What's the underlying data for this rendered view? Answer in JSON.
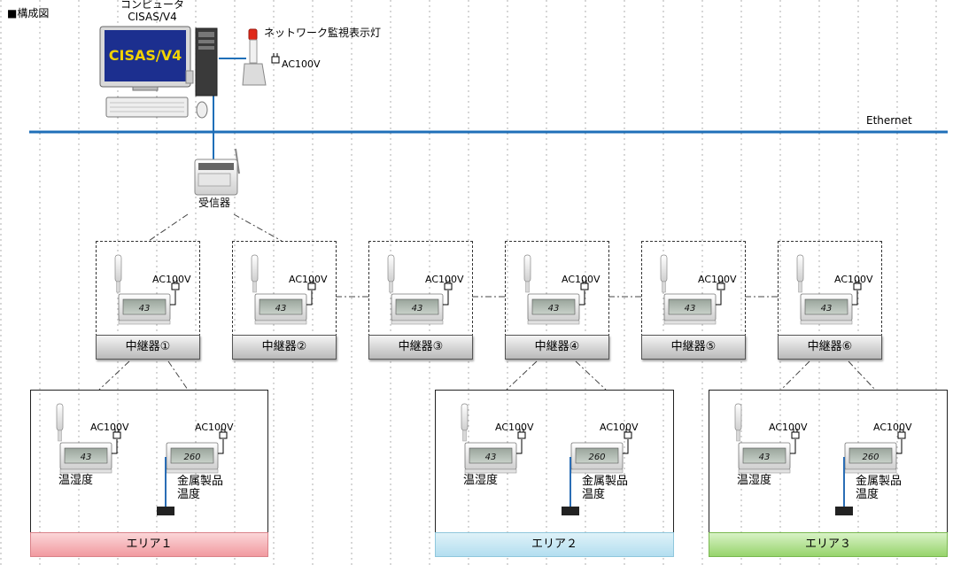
{
  "header": {
    "title": "■構成図"
  },
  "computer": {
    "label_line1": "コンピュータ",
    "label_line2": "CISAS/V4",
    "screen_text": "CISAS/V4",
    "screen_bg": "#1c2f8f",
    "screen_text_color": "#f2d200"
  },
  "lamp": {
    "label": "ネットワーク監視表示灯",
    "power": "AC100V"
  },
  "network": {
    "label": "Ethernet",
    "color": "#1f6fb8"
  },
  "receiver": {
    "label": "受信器"
  },
  "relays": [
    {
      "label": "中継器①",
      "power": "AC100V",
      "reading": "43"
    },
    {
      "label": "中継器②",
      "power": "AC100V",
      "reading": "43"
    },
    {
      "label": "中継器③",
      "power": "AC100V",
      "reading": "43"
    },
    {
      "label": "中継器④",
      "power": "AC100V",
      "reading": "43"
    },
    {
      "label": "中継器⑤",
      "power": "AC100V",
      "reading": "43"
    },
    {
      "label": "中継器⑥",
      "power": "AC100V",
      "reading": "43"
    }
  ],
  "areas": [
    {
      "label": "エリア１",
      "color": "#f19aa0",
      "sensor_humidity": {
        "label": "温湿度",
        "power": "AC100V",
        "reading": "43"
      },
      "sensor_metal": {
        "label_line1": "金属製品",
        "label_line2": "温度",
        "power": "AC100V",
        "reading": "260"
      }
    },
    {
      "label": "エリア２",
      "color": "#b3def0",
      "sensor_humidity": {
        "label": "温湿度",
        "power": "AC100V",
        "reading": "43"
      },
      "sensor_metal": {
        "label_line1": "金属製品",
        "label_line2": "温度",
        "power": "AC100V",
        "reading": "260"
      }
    },
    {
      "label": "エリア３",
      "color": "#97d46c",
      "sensor_humidity": {
        "label": "温湿度",
        "power": "AC100V",
        "reading": "43"
      },
      "sensor_metal": {
        "label_line1": "金属製品",
        "label_line2": "温度",
        "power": "AC100V",
        "reading": "260"
      }
    }
  ]
}
